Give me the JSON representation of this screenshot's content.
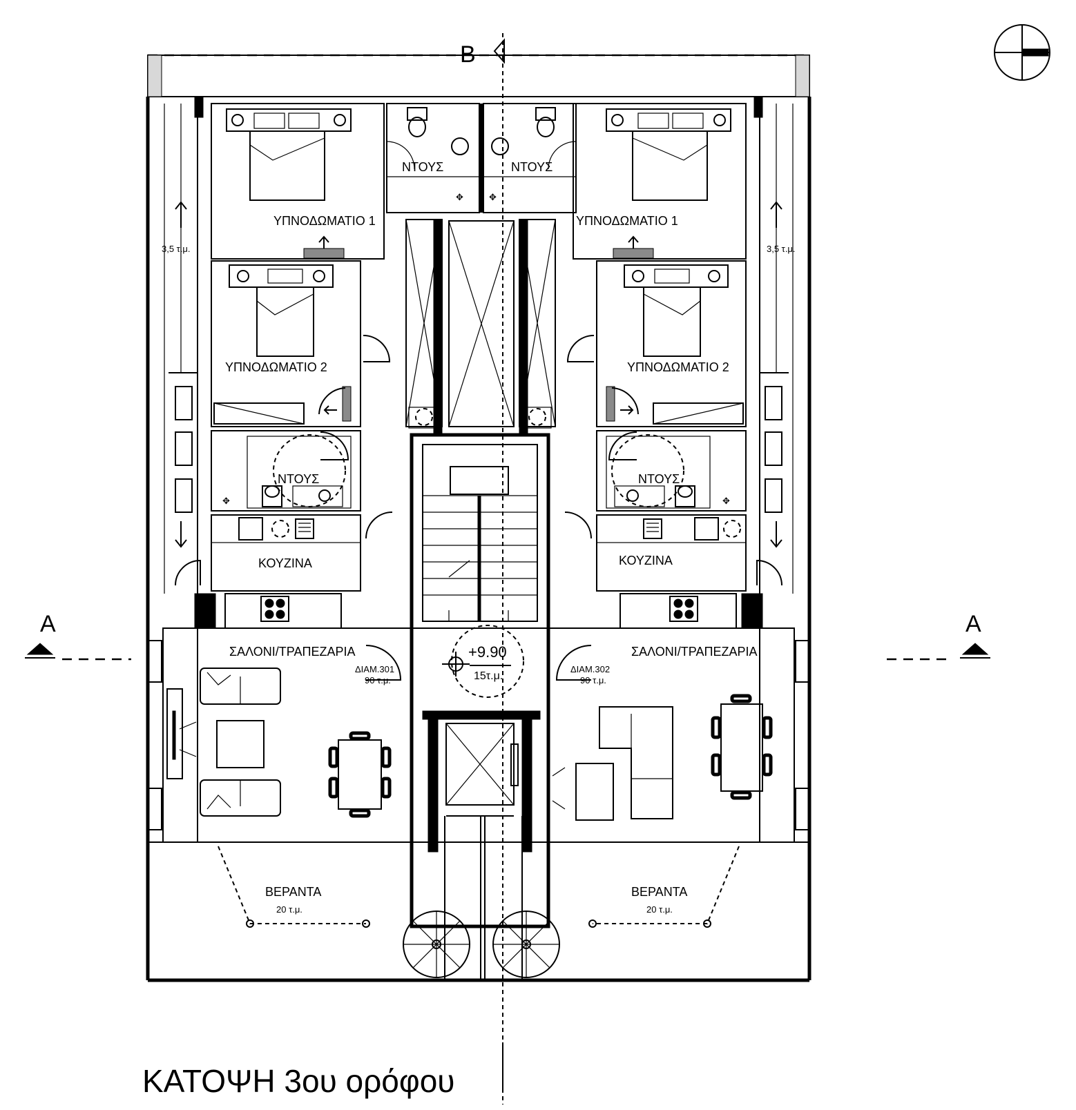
{
  "title": "ΚΑΤΟΨΗ 3ου ορόφου",
  "section_marks": {
    "a_left": "A",
    "a_right": "A",
    "b_top": "B"
  },
  "rooms": {
    "bedroom1_left": "ΥΠΝΟΔΩΜΑΤΙΟ 1",
    "bedroom1_right": "ΥΠΝΟΔΩΜΑΤΙΟ 1",
    "bedroom2_left": "ΥΠΝΟΔΩΜΑΤΙΟ 2",
    "bedroom2_right": "ΥΠΝΟΔΩΜΑΤΙΟ 2",
    "shower_top_left": "ΝΤΟΥΣ",
    "shower_top_right": "ΝΤΟΥΣ",
    "shower_mid_left": "ΝΤΟΥΣ",
    "shower_mid_right": "ΝΤΟΥΣ",
    "kitchen_left": "ΚΟΥΖΙΝΑ",
    "kitchen_right": "ΚΟΥΖΙΝΑ",
    "living_left": "ΣΑΛΟΝΙ/ΤΡΑΠΕΖΑΡΙΑ",
    "living_right": "ΣΑΛΟΝΙ/ΤΡΑΠΕΖΑΡΙΑ",
    "veranda_left": "ΒΕΡΑΝΤΑ",
    "veranda_right": "ΒΕΡΑΝΤΑ"
  },
  "apartments": {
    "left_id": "ΔΙΑΜ.301",
    "left_area": "90 τ.μ.",
    "right_id": "ΔΙΑΜ.302",
    "right_area": "90 τ.μ."
  },
  "areas": {
    "veranda_left": "20 τ.μ.",
    "veranda_right": "20 τ.μ.",
    "side_balcony_left": "3,5 τ.μ.",
    "side_balcony_right": "3,5 τ.μ."
  },
  "landing": {
    "level": "+9.90",
    "area": "15τ.μ."
  },
  "icons": [
    "north-compass-icon",
    "section-arrow-icon",
    "door-swing-icon",
    "bed-icon",
    "sofa-icon",
    "dining-table-icon",
    "toilet-icon",
    "sink-icon",
    "stove-icon",
    "spiral-stair-icon",
    "elevator-icon"
  ]
}
